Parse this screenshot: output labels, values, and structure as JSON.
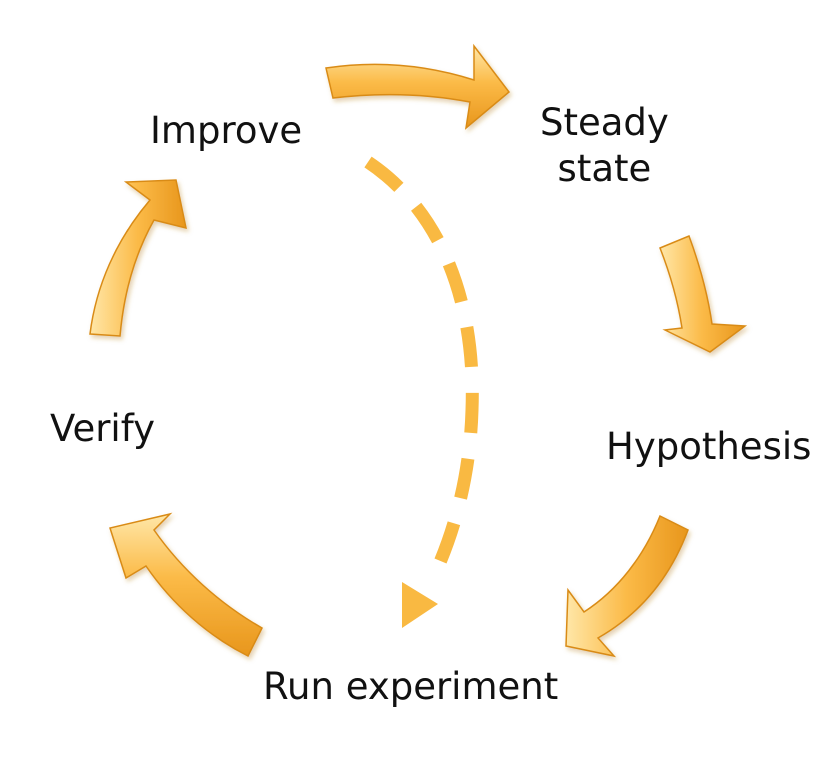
{
  "stages": {
    "improve": "Improve",
    "steady_state": "Steady\nstate",
    "hypothesis": "Hypothesis",
    "verify": "Verify",
    "run_experiment": "Run experiment"
  },
  "colors": {
    "arrow_light": "#FFD98A",
    "arrow_mid": "#FBB843",
    "arrow_dark": "#E8961C",
    "arrow_stroke": "#D98B17",
    "dashed": "#F9B942",
    "text": "#111111"
  }
}
